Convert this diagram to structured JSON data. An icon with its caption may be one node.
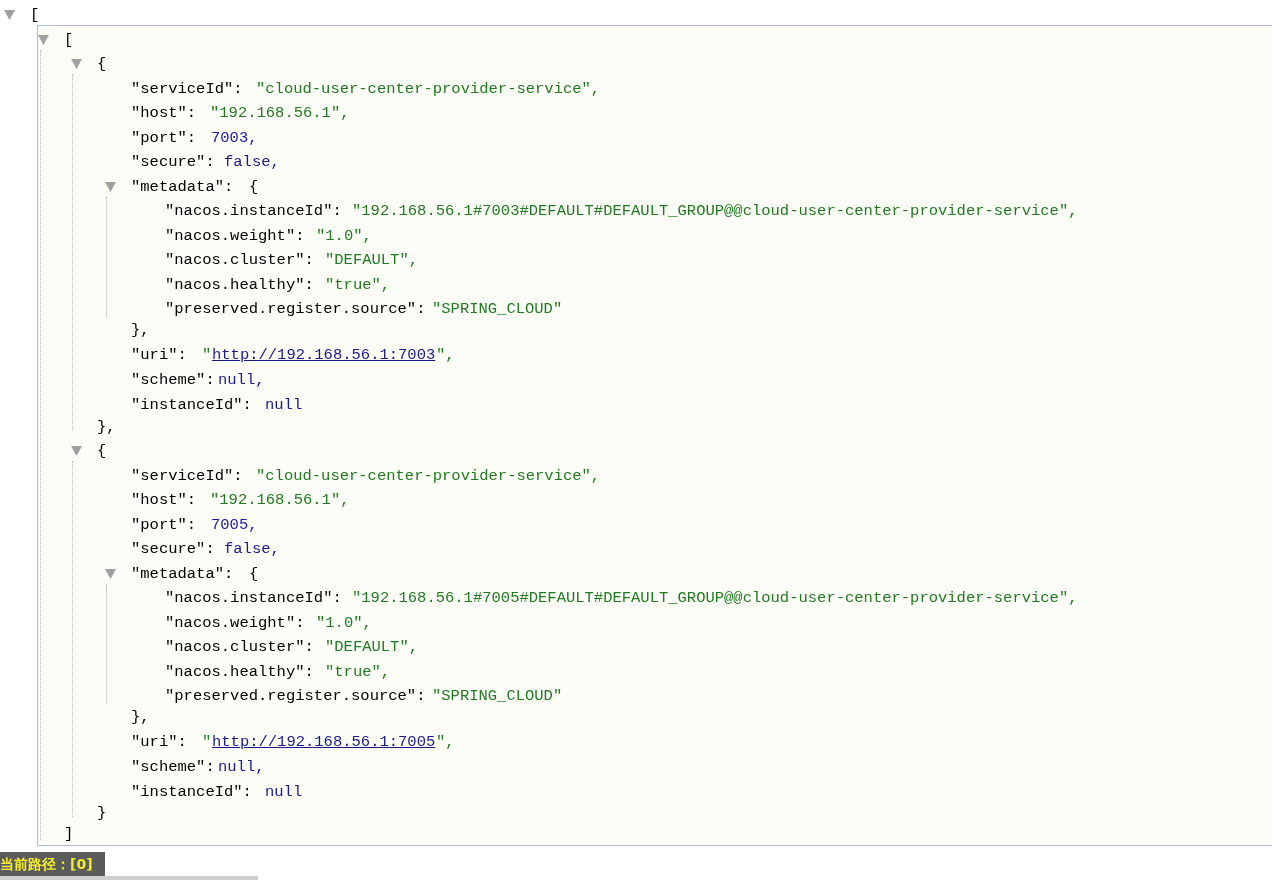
{
  "diagram": {
    "labels": [
      "[",
      "[",
      "{",
      "\"serviceId\":",
      "\"cloud-user-center-provider-service\",",
      "\"host\":",
      "\"192.168.56.1\",",
      "\"port\":",
      "7003,",
      "\"secure\":",
      "false,",
      "\"metadata\":",
      "{",
      "\"nacos.instanceId\":",
      "\"192.168.56.1#7003#DEFAULT#DEFAULT_GROUP@@cloud-user-center-provider-service\",",
      "\"nacos.weight\":",
      "\"1.0\",",
      "\"nacos.cluster\":",
      "\"DEFAULT\",",
      "\"nacos.healthy\":",
      "\"true\",",
      "\"preserved.register.source\":",
      "\"SPRING_CLOUD\"",
      "},",
      "\"uri\":",
      "\"",
      "http://192.168.56.1:7003",
      "\",",
      "\"scheme\":",
      "null,",
      "\"instanceId\":",
      "null",
      "},",
      "{",
      "\"serviceId\":",
      "\"cloud-user-center-provider-service\",",
      "\"host\":",
      "\"192.168.56.1\",",
      "\"port\":",
      "7005,",
      "\"secure\":",
      "false,",
      "\"metadata\":",
      "{",
      "\"nacos.instanceId\":",
      "\"192.168.56.1#7005#DEFAULT#DEFAULT_GROUP@@cloud-user-center-provider-service\",",
      "\"nacos.weight\":",
      "\"1.0\",",
      "\"nacos.cluster\":",
      "\"DEFAULT\",",
      "\"nacos.healthy\":",
      "\"true\",",
      "\"preserved.register.source\":",
      "\"SPRING_CLOUD\"",
      "},",
      "\"uri\":",
      "\"",
      "http://192.168.56.1:7005",
      "\",",
      "\"scheme\":",
      "null,",
      "\"instanceId\":",
      "null",
      "}",
      "]",
      "当前路径：[0]"
    ]
  }
}
